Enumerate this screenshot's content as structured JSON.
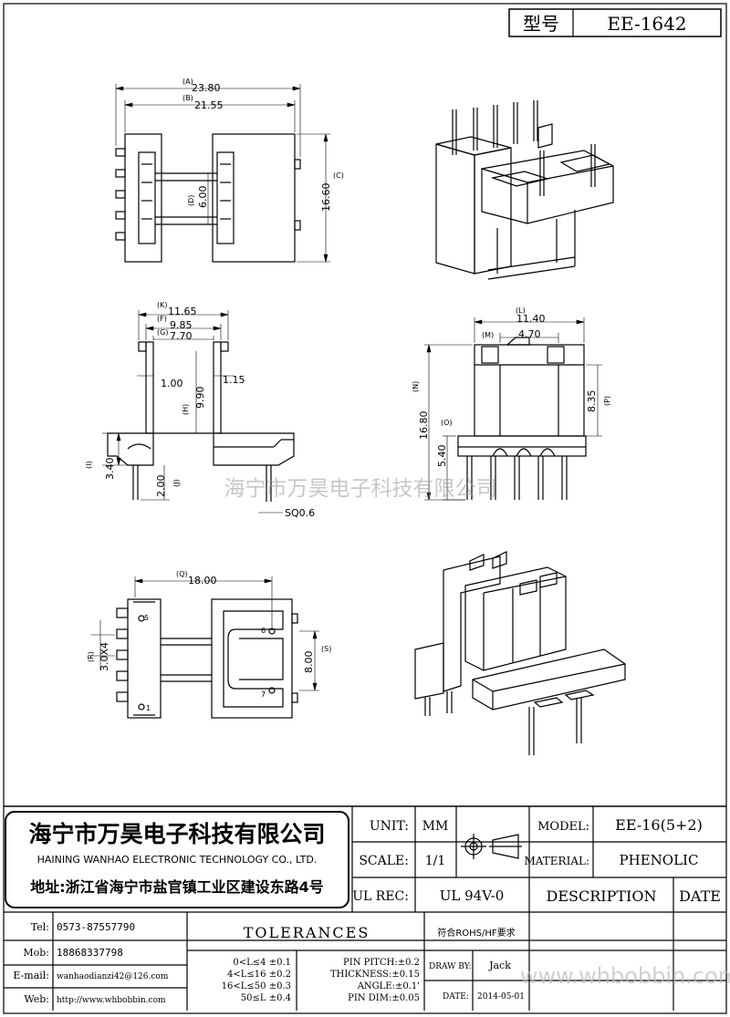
{
  "header": {
    "model_label": "型号",
    "model_code": "EE-1642"
  },
  "drawing": {
    "watermark": "海宁市万昊电子科技有限公司",
    "top_view": {
      "dim_a_tag": "(A)",
      "dim_a": "23.80",
      "dim_b_tag": "(B)",
      "dim_b": "21.55",
      "dim_c_tag": "(C)",
      "dim_c": "16.60",
      "dim_d_tag": "(D)",
      "dim_d": "6.00"
    },
    "side_view": {
      "dim_k_tag": "(K)",
      "dim_k": "11.65",
      "dim_f_tag": "(F)",
      "dim_f": "9.85",
      "dim_g_tag": "(G)",
      "dim_g": "7.70",
      "dim_left": "1.00",
      "dim_right": "1.15",
      "dim_h_tag": "(H)",
      "dim_h": "9.90",
      "dim_i_tag": "(I)",
      "dim_i": "3.40",
      "dim_j_tag": "(J)",
      "dim_j": "2.00",
      "dim_sq": "SQ0.6"
    },
    "front_view": {
      "dim_l_tag": "(L)",
      "dim_l": "11.40",
      "dim_m_tag": "(M)",
      "dim_m": "4.70",
      "dim_n_tag": "(N)",
      "dim_n": "16.80",
      "dim_p_tag": "(P)",
      "dim_p": "8.35",
      "dim_o_tag": "(O)",
      "dim_o": "5.40"
    },
    "bottom_view": {
      "dim_q_tag": "(Q)",
      "dim_q": "18.00",
      "dim_r_tag": "(R)",
      "dim_r": "3.0X4",
      "dim_s_tag": "(S)",
      "dim_s": "8.00",
      "pins": [
        "5",
        "1",
        "6",
        "7"
      ]
    }
  },
  "title_block": {
    "company_cn": "海宁市万昊电子科技有限公司",
    "company_en": "HAINING WANHAO ELECTRONIC TECHNOLOGY CO., LTD.",
    "address": "地址:浙江省海宁市盐官镇工业区建设东路4号",
    "unit_label": "UNIT:",
    "unit_value": "MM",
    "scale_label": "SCALE:",
    "scale_value": "1/1",
    "ulrec_label": "UL REC:",
    "ulrec_value": "UL 94V-0",
    "model_label": "MODEL:",
    "model_value": "EE-16(5+2)",
    "material_label": "MATERIAL:",
    "material_value": "PHENOLIC",
    "description_label": "DESCRIPTION",
    "date_header": "DATE",
    "tel_label": "Tel:",
    "tel": "0573-87557790",
    "mob_label": "Mob:",
    "mob": "18868337798",
    "email_label": "E-mail:",
    "email": "wanhaodianzi42@126.com",
    "web_label": "Web:",
    "web": "http://www.whbobbin.com",
    "tolerances_label": "TOLERANCES",
    "tolerances": [
      "0<L≤4 ±0.1",
      "4<L≤16 ±0.2",
      "16<L≤50 ±0.3",
      "50≤L ±0.4"
    ],
    "pin_tolerances": [
      "PIN PITCH:±0.2",
      "THICKNESS:±0.15",
      "ANGLE:±0.1'",
      "PIN DIM:±0.05"
    ],
    "rohs": "符合ROHS/HF要求",
    "draw_by_label": "DRAW BY:",
    "draw_by": "Jack",
    "date_label": "DATE:",
    "date_value": "2014-05-01",
    "watermark_url": "www.whbobbin.com"
  }
}
